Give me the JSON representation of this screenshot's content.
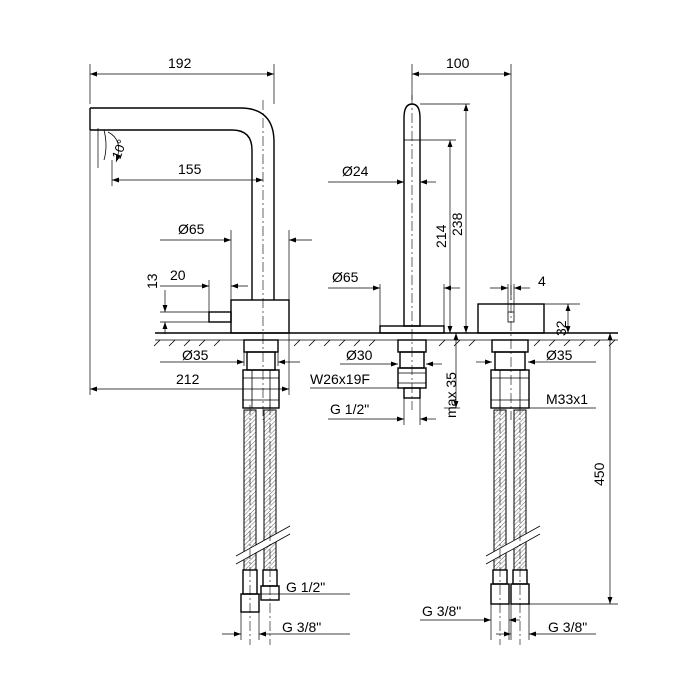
{
  "dimensions": {
    "overall_width": "192",
    "tilt_angle": "10°",
    "spout_reach": "155",
    "base_diameter": "Ø65",
    "handle_length": "20",
    "handle_height": "13",
    "shank_diameter_left": "Ø35",
    "total_reach": "212",
    "spout_offset": "100",
    "spout_tube_diameter": "Ø24",
    "spout_height": "214",
    "total_height": "238",
    "spout_base_diameter": "Ø65",
    "shank_diameter_center": "Ø30",
    "center_thread": "W26x19F",
    "center_connection": "G 1/2\"",
    "max_thickness": "max 35",
    "control_slot": "4",
    "control_height": "32",
    "shank_diameter_right": "Ø35",
    "right_thread": "M33x1",
    "hose_length": "450",
    "left_hose_upper": "G 1/2\"",
    "left_hose_lower": "G 3/8\"",
    "right_hose_left": "G 3/8\"",
    "right_hose_right": "G 3/8\""
  }
}
